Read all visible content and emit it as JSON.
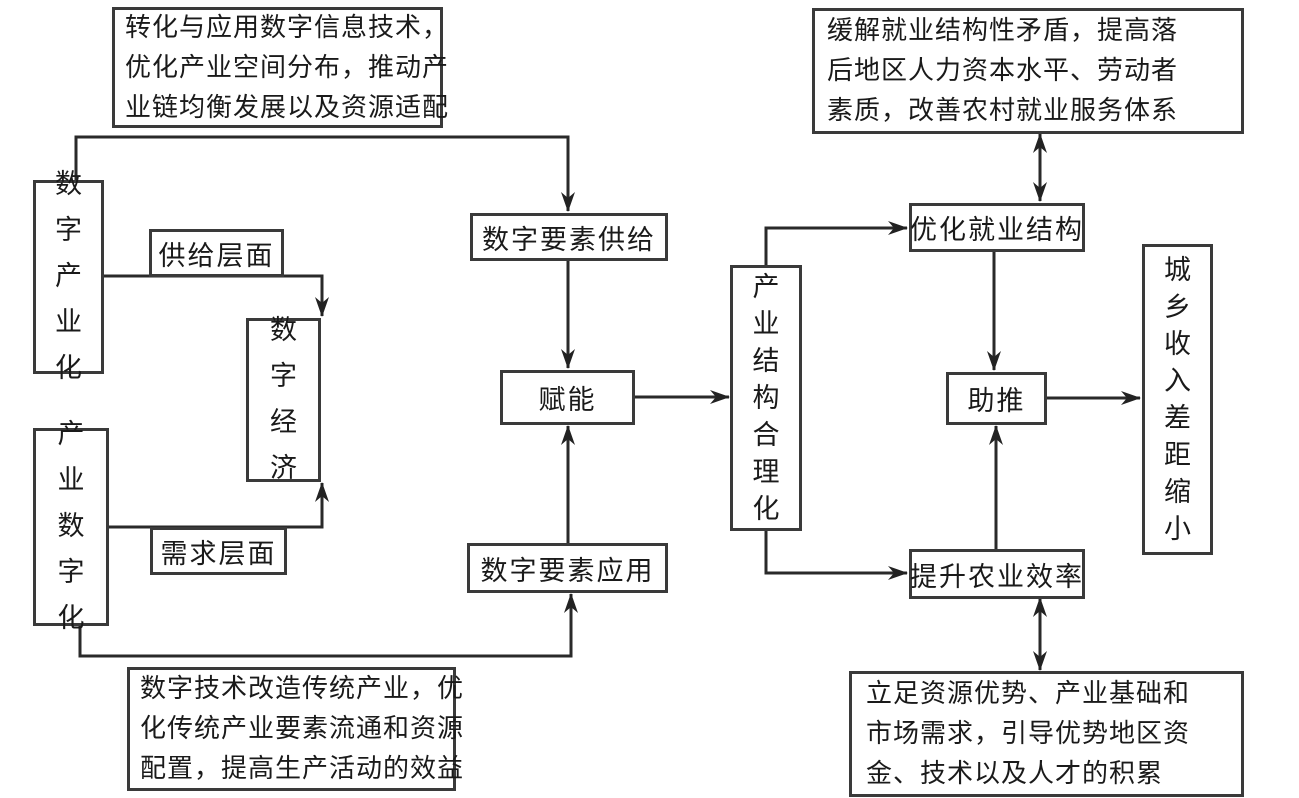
{
  "diagram": {
    "nodes": {
      "top_left_note": [
        "转化与应用数字信息技术，",
        "优化产业空间分布，推动产",
        "业链均衡发展以及资源适配"
      ],
      "digital_industrialization": "数字产业化",
      "supply_level": "供给层面",
      "digital_economy": "数字经济",
      "industrial_digitalization": "产业数字化",
      "demand_level": "需求层面",
      "bottom_left_note": [
        "数字技术改造传统产业，优",
        "化传统产业要素流通和资源",
        "配置，提高生产活动的效益"
      ],
      "digital_factor_supply": "数字要素供给",
      "empower": "赋能",
      "digital_factor_application": "数字要素应用",
      "industrial_structure_rationalization": "产业结构合理化",
      "optimize_employment_structure": "优化就业结构",
      "boost": "助推",
      "improve_agricultural_efficiency": "提升农业效率",
      "urban_rural_income_gap_narrowing": "城乡收入差距缩小",
      "top_right_note": [
        "缓解就业结构性矛盾，提高落",
        "后地区人力资本水平、劳动者",
        "素质，改善农村就业服务体系"
      ],
      "bottom_right_note": [
        "立足资源优势、产业基础和",
        "市场需求，引导优势地区资",
        "金、技术以及人才的积累"
      ]
    },
    "edges": [
      {
        "from": "digital_industrialization",
        "to": "digital_factor_supply",
        "label_node": "top_left_note",
        "type": "arrow"
      },
      {
        "from": "digital_industrialization",
        "to": "digital_economy",
        "label_node": "supply_level",
        "type": "arrow"
      },
      {
        "from": "industrial_digitalization",
        "to": "digital_economy",
        "label_node": "demand_level",
        "type": "arrow"
      },
      {
        "from": "industrial_digitalization",
        "to": "digital_factor_application",
        "label_node": "bottom_left_note",
        "type": "arrow"
      },
      {
        "from": "digital_factor_supply",
        "to": "empower",
        "type": "arrow"
      },
      {
        "from": "digital_factor_application",
        "to": "empower",
        "type": "arrow"
      },
      {
        "from": "empower",
        "to": "industrial_structure_rationalization",
        "type": "arrow"
      },
      {
        "from": "industrial_structure_rationalization",
        "to": "optimize_employment_structure",
        "type": "arrow"
      },
      {
        "from": "industrial_structure_rationalization",
        "to": "improve_agricultural_efficiency",
        "type": "arrow"
      },
      {
        "from": "optimize_employment_structure",
        "to": "boost",
        "type": "arrow"
      },
      {
        "from": "improve_agricultural_efficiency",
        "to": "boost",
        "type": "arrow"
      },
      {
        "from": "boost",
        "to": "urban_rural_income_gap_narrowing",
        "type": "arrow"
      },
      {
        "from": "top_right_note",
        "to": "optimize_employment_structure",
        "type": "bidirectional"
      },
      {
        "from": "improve_agricultural_efficiency",
        "to": "bottom_right_note",
        "type": "bidirectional"
      }
    ]
  }
}
